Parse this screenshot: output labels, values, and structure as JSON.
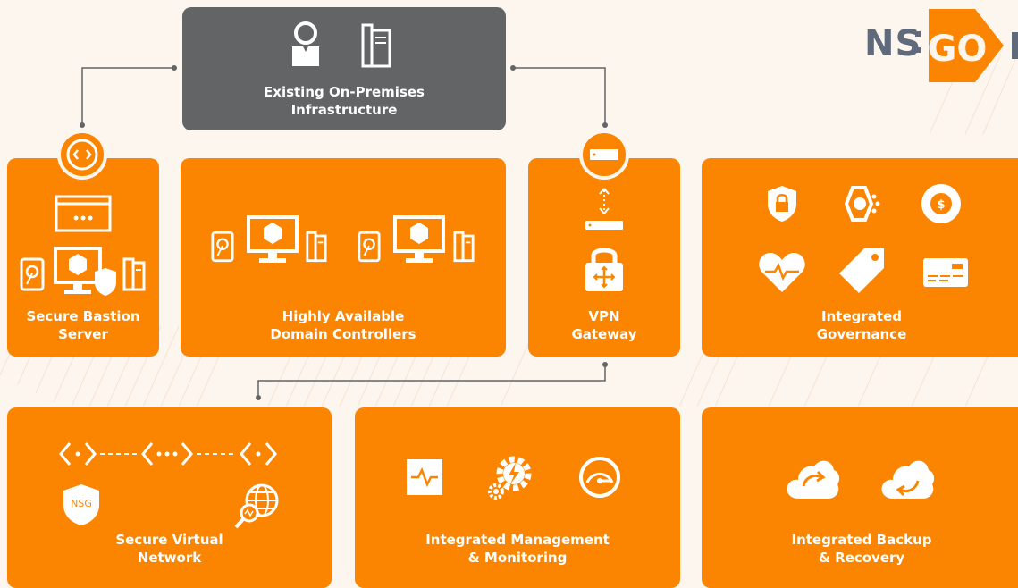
{
  "logo": {
    "prefix": "NS",
    "brand": "GO"
  },
  "infrastructure": {
    "line1": "Existing On-Premises",
    "line2": "Infrastructure"
  },
  "tiles": {
    "bastion": {
      "line1": "Secure Bastion",
      "line2": "Server"
    },
    "domain": {
      "line1": "Highly Available",
      "line2": "Domain Controllers"
    },
    "vpn": {
      "line1": "VPN",
      "line2": "Gateway"
    },
    "governance": {
      "line1": "Integrated",
      "line2": "Governance"
    },
    "network": {
      "line1": "Secure Virtual",
      "line2": "Network",
      "nsg_badge": "NSG"
    },
    "management": {
      "line1": "Integrated Management",
      "line2": "& Monitoring"
    },
    "backup": {
      "line1": "Integrated Backup",
      "line2": "& Recovery"
    }
  },
  "colors": {
    "tile": "#fb8500",
    "infra": "#636466",
    "background": "#fdf6ef",
    "connector": "#636466",
    "logo_text": "#5f6b7d"
  },
  "icons": {
    "infrastructure": [
      "user-icon",
      "server-rack-icon"
    ],
    "bastion": [
      "remote-desktop-icon",
      "browser-window-icon",
      "hard-disk-icon",
      "monitor-cube-shield-icon",
      "server-tower-icon"
    ],
    "domain": [
      "hard-disk-icon",
      "monitor-cube-icon",
      "server-tower-icon"
    ],
    "vpn": [
      "gateway-device-icon",
      "arrows-icon",
      "gateway-device-small-icon",
      "lock-arrows-icon"
    ],
    "governance": [
      "shield-lock-icon",
      "hexagon-node-icon",
      "dollar-coin-icon",
      "heart-pulse-icon",
      "tag-icon",
      "credit-card-icon"
    ],
    "network": [
      "network-chain-icon",
      "nsg-shield-icon",
      "globe-search-icon"
    ],
    "management": [
      "activity-icon",
      "gear-lightning-icon",
      "speedometer-icon"
    ],
    "backup": [
      "cloud-upload-icon",
      "cloud-download-icon"
    ]
  }
}
